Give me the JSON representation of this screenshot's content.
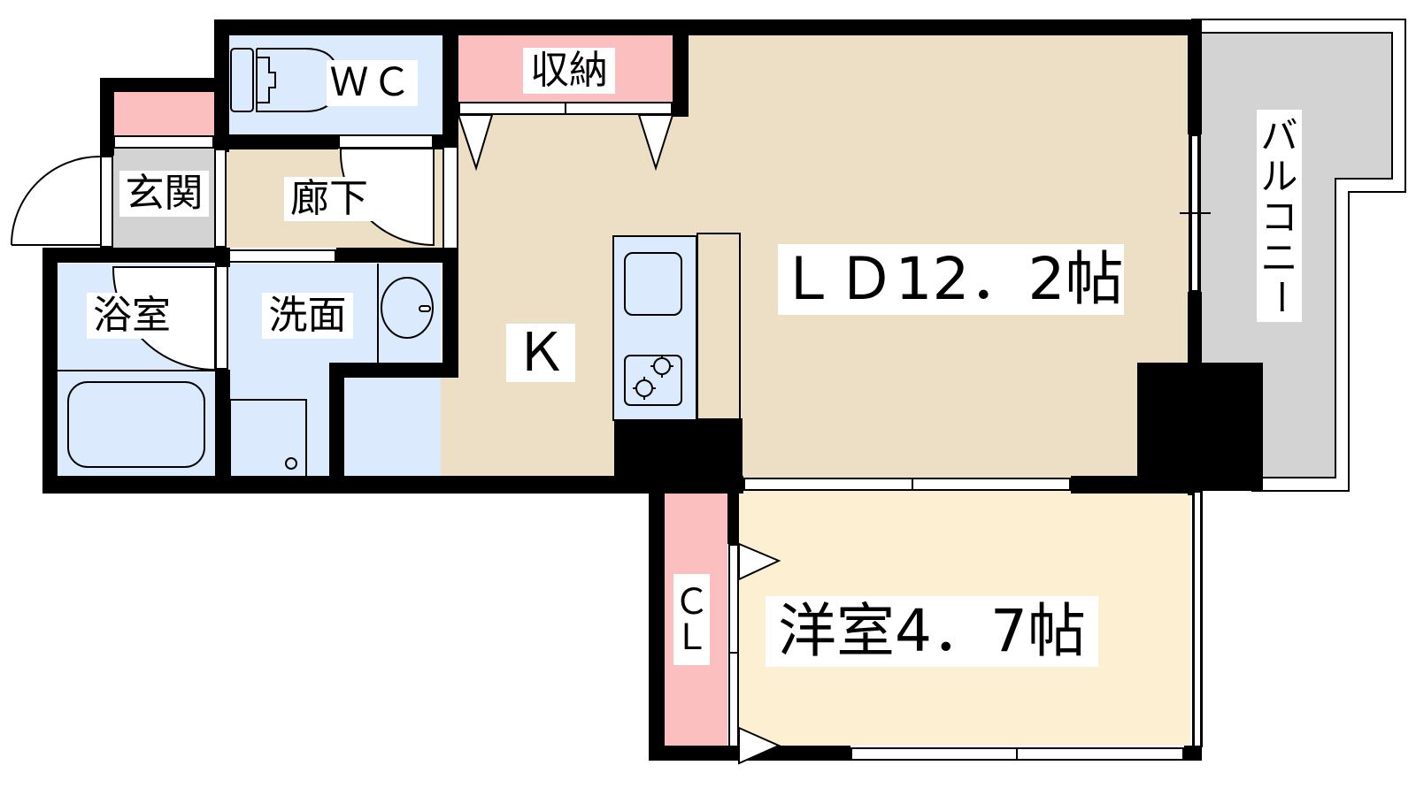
{
  "floorplan": {
    "colors": {
      "wall": "#000000",
      "wet_area": "#dbeafc",
      "storage": "#fbbfbf",
      "living": "#eddfc6",
      "western_room": "#fdf0d2",
      "entrance": "#d3d3d3",
      "balcony": "#d3d3d3"
    },
    "rooms": {
      "wc": "ＷＣ",
      "storage": "収納",
      "entrance": "玄関",
      "hallway": "廊下",
      "bathroom": "浴室",
      "washroom": "洗面",
      "kitchen": "Ｋ",
      "living_dining": "ＬＤ12．2帖",
      "balcony": "バルコニー",
      "closet": "ＣＬ",
      "western_room": "洋室4．7帖"
    },
    "closet_letters": [
      "Ｃ",
      "Ｌ"
    ],
    "balcony_letters": [
      "バ",
      "ル",
      "コ",
      "ニ",
      "ー"
    ]
  }
}
